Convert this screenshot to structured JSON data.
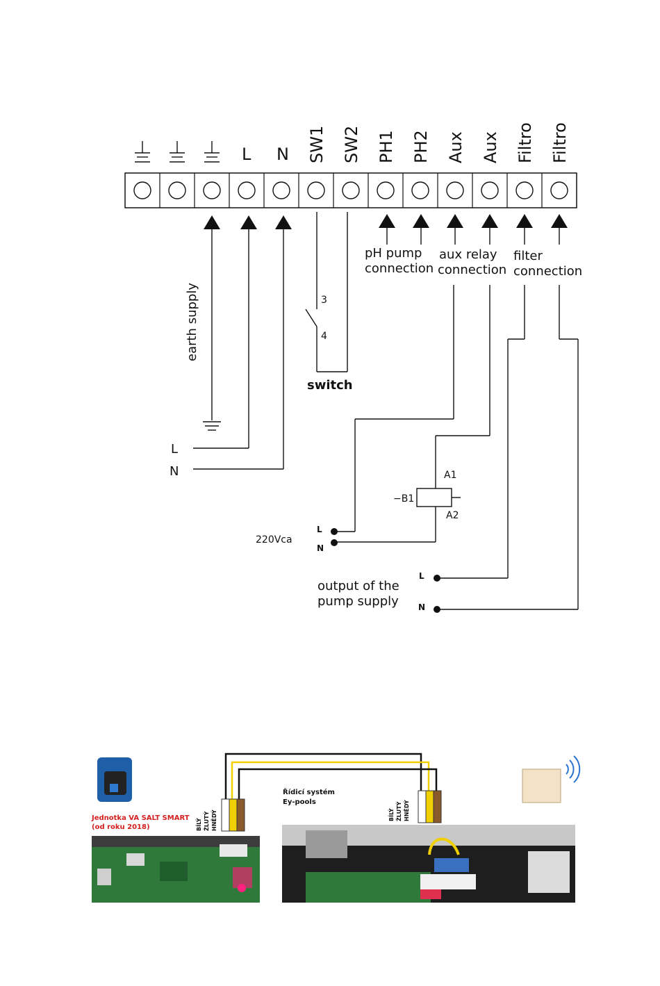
{
  "terminals": [
    {
      "label": "",
      "kind": "earth"
    },
    {
      "label": "",
      "kind": "earth"
    },
    {
      "label": "",
      "kind": "earth"
    },
    {
      "label": "L",
      "kind": "text"
    },
    {
      "label": "N",
      "kind": "text"
    },
    {
      "label": "SW1",
      "kind": "text"
    },
    {
      "label": "SW2",
      "kind": "text"
    },
    {
      "label": "PH1",
      "kind": "text"
    },
    {
      "label": "PH2",
      "kind": "text"
    },
    {
      "label": "Aux",
      "kind": "text"
    },
    {
      "label": "Aux",
      "kind": "text"
    },
    {
      "label": "Filtro",
      "kind": "text"
    },
    {
      "label": "Filtro",
      "kind": "text"
    }
  ],
  "labels": {
    "earth_supply": "earth supply",
    "ph_pump_1": "pH pump",
    "ph_pump_2": "connection",
    "aux_relay_1": "aux relay",
    "aux_relay_2": "connection",
    "filter_1": "filter",
    "filter_2": "connection",
    "switch": "switch",
    "switch_pin_3": "3",
    "switch_pin_4": "4",
    "supply_L": "L",
    "supply_N": "N",
    "relay_name": "−B1",
    "relay_a1": "A1",
    "relay_a2": "A2",
    "voltage": "220Vca",
    "relay_out_L": "L",
    "relay_out_N": "N",
    "output_1": "output of the",
    "output_2": "pump supply",
    "pump_out_L": "L",
    "pump_out_N": "N"
  },
  "photo": {
    "unit_caption_1": "Jednotka VA SALT SMART",
    "unit_caption_2": "(od roku 2018)",
    "system_caption_1": "Řídicí systém",
    "system_caption_2": "Ey-pools",
    "wire_labels_left": [
      "BÍLÝ",
      "ŽLUTÝ",
      "HNĚDÝ"
    ],
    "wire_labels_right": [
      "BÍLÝ",
      "ŽLUTÝ",
      "HNĚDÝ"
    ],
    "colors": {
      "white": "#ffffff",
      "yellow": "#f0d000",
      "brown": "#8b5a2b",
      "pcb": "#2f7a3a",
      "red_caption": "#d42020"
    }
  }
}
